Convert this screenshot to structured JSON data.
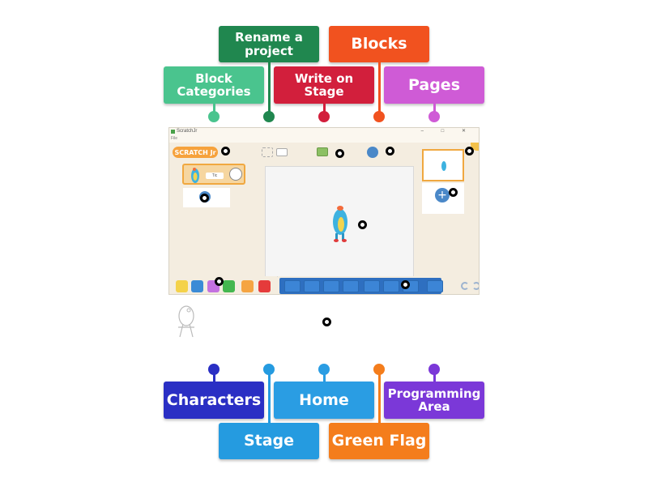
{
  "window": {
    "title": "ScratchJr",
    "menu": "File",
    "controls": "– □ ✕"
  },
  "app": {
    "logo_text": "SCRATCH Jr",
    "sprite_name": "Tic",
    "block_category_colors": [
      "#f4d24a",
      "#3b8bd6",
      "#c471e0",
      "#44b74f",
      "#f5a442",
      "#e53b3b"
    ],
    "motion_block_icons": [
      "move-right",
      "move-left",
      "move-up",
      "move-down",
      "turn-right",
      "turn-left",
      "hop",
      "go-home"
    ]
  },
  "labels_top": [
    {
      "key": "block_categories",
      "text": "Block Categories",
      "color": "#4ac48e",
      "dot": "#4ac48e"
    },
    {
      "key": "rename_project",
      "text": "Rename a project",
      "color": "#20874f",
      "dot": "#20874f"
    },
    {
      "key": "write_on_stage",
      "text": "Write on Stage",
      "color": "#d21f3c",
      "dot": "#d21f3c"
    },
    {
      "key": "blocks",
      "text": "Blocks",
      "color": "#f1521f",
      "dot": "#f1521f"
    },
    {
      "key": "pages",
      "text": "Pages",
      "color": "#cf5bd6",
      "dot": "#cf5bd6"
    }
  ],
  "labels_bottom": [
    {
      "key": "characters",
      "text": "Characters",
      "color": "#2a2fc4",
      "dot": "#2a2fc4"
    },
    {
      "key": "stage",
      "text": "Stage",
      "color": "#259be0",
      "dot": "#259be0"
    },
    {
      "key": "home",
      "text": "Home",
      "color": "#2a9de3",
      "dot": "#2a9de3"
    },
    {
      "key": "green_flag",
      "text": "Green Flag",
      "color": "#f47d1c",
      "dot": "#f47d1c"
    },
    {
      "key": "programming_area",
      "text": "Programming Area",
      "color": "#7b38d8",
      "dot": "#7b38d8"
    }
  ]
}
